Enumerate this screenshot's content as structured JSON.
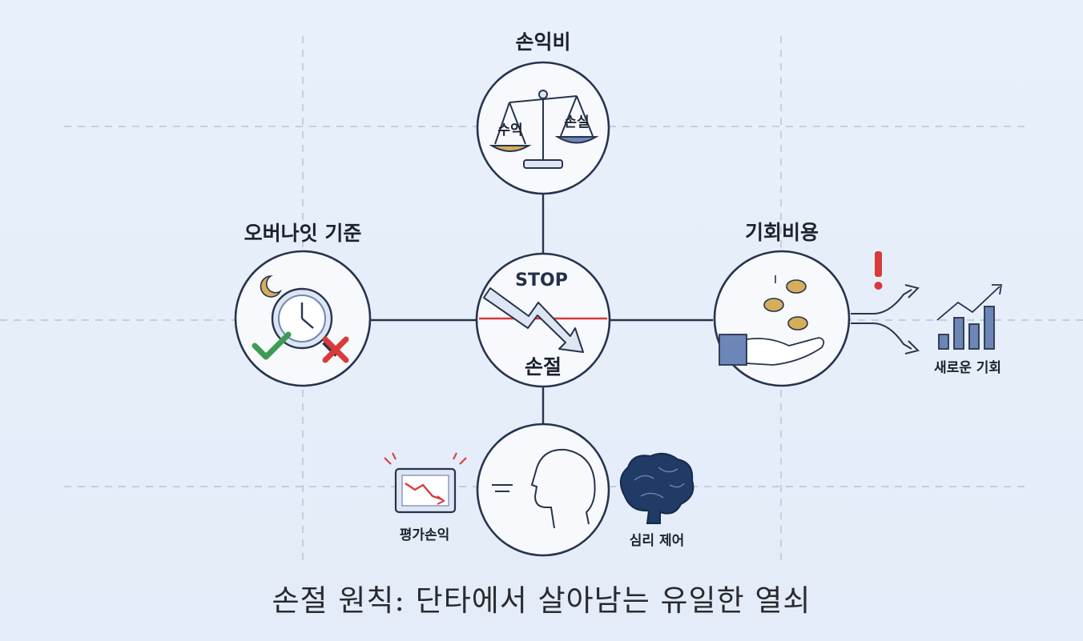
{
  "diagram": {
    "center": {
      "top_text": "STOP",
      "bottom_text": "손절"
    },
    "top_node": {
      "label": "손익비",
      "left_pan": "수익",
      "right_pan": "손실"
    },
    "left_node": {
      "label": "오버나잇 기준"
    },
    "right_node": {
      "label": "기회비용",
      "outcome_label": "새로운 기회"
    },
    "bottom_node": {
      "left_label": "평가손익",
      "right_label": "심리 제어"
    }
  },
  "footer": {
    "title": "손절 원칙: 단타에서 살아남는 유일한 열쇠"
  },
  "colors": {
    "background": "#e6eefa",
    "outline": "#27344d",
    "loss_red": "#d93a3a",
    "profit_gold": "#d6ad5a",
    "loss_blue": "#6d86b8",
    "check_green": "#3d9b52",
    "brain_navy": "#1f3b66"
  },
  "icons": [
    "scale-icon",
    "clock-magnifier-icon",
    "moon-icon",
    "check-icon",
    "cross-icon",
    "down-arrow-icon",
    "hand-coins-icon",
    "exclamation-icon",
    "split-arrow-icon",
    "bar-chart-icon",
    "monitor-loss-icon",
    "face-profile-icon",
    "brain-icon"
  ]
}
